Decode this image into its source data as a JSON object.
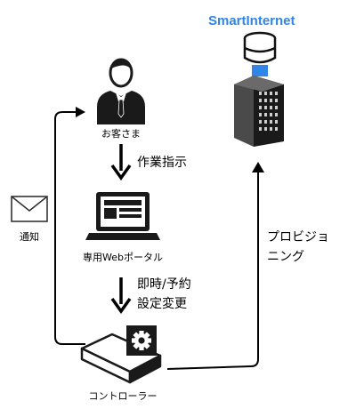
{
  "brand": {
    "name": "SmartInternet",
    "color": "#2f86e6"
  },
  "nodes": {
    "customer": {
      "label": "お客さま",
      "icon": "person-icon"
    },
    "portal": {
      "label": "専用Webポータル",
      "icon": "laptop-icon"
    },
    "controller": {
      "label": "コントローラー",
      "icon": "controller-box-icon",
      "badge_icon": "gear-icon"
    },
    "datacenter": {
      "icon": "server-building-icon"
    }
  },
  "edges": {
    "customer_to_portal": {
      "label": "作業指示"
    },
    "portal_to_controller": {
      "line1": "即時/予約",
      "line2": "設定変更"
    },
    "controller_to_datacenter": {
      "line1": "プロビジョ",
      "line2": "ニング"
    },
    "controller_to_customer": {
      "label": "通知",
      "icon": "envelope-icon"
    }
  },
  "colors": {
    "line": "#000000",
    "db_blue": "#2f86e6",
    "dark": "#1a1a1a"
  }
}
